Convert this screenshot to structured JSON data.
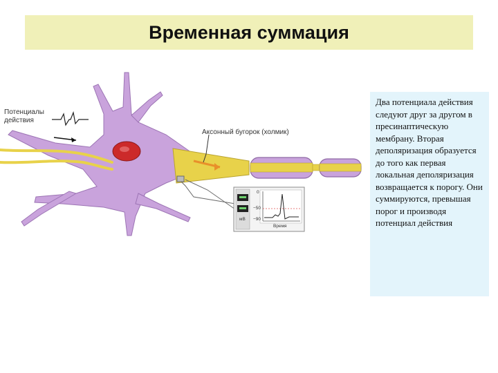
{
  "slide": {
    "title": "Временная суммация",
    "body_text": "Два потенциала действия следуют друг за другом в пресинаптическую мембрану. Вторая деполяризация образуется до того как первая локальная деполяризация возвращается к порогу. Они суммируются, превышая порог и производя потенциал действия"
  },
  "figure": {
    "labels": {
      "action_potentials": "Потенциалы действия",
      "axon_hillock": "Аксонный бугорок (холмик)"
    },
    "oscilloscope": {
      "tick_0": "0",
      "tick_minus50": "−50",
      "tick_minus90": "−90",
      "unit": "мВ",
      "axis_time": "Время"
    },
    "colors": {
      "cell_body": "#c9a3dc",
      "nucleus": "#cc2a2a",
      "axon": "#e8d24a",
      "title_bg": "#f0f0b8",
      "text_bg": "#e3f4fb"
    }
  }
}
